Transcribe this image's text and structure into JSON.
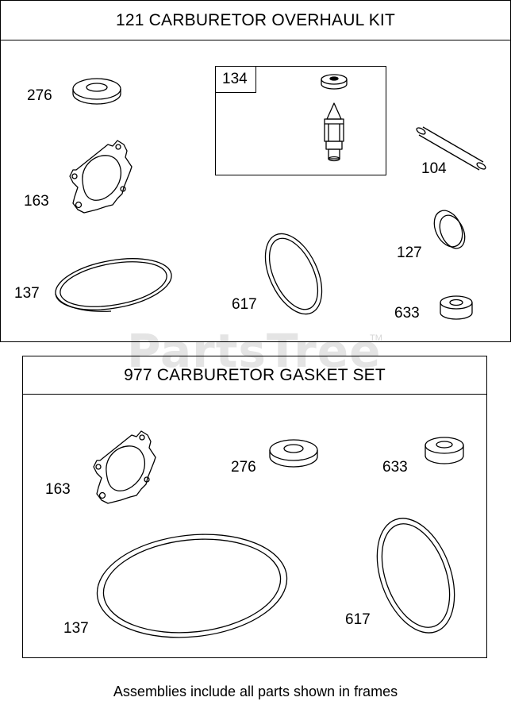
{
  "watermark": {
    "text": "PartsTree",
    "tm": "TM"
  },
  "overhaul_kit": {
    "title": "121 CARBURETOR OVERHAUL KIT",
    "labels": {
      "p276": "276",
      "p163": "163",
      "p137": "137",
      "p134": "134",
      "p617": "617",
      "p104": "104",
      "p127": "127",
      "p633": "633"
    }
  },
  "gasket_set": {
    "title": "977 CARBURETOR GASKET SET",
    "labels": {
      "p163": "163",
      "p276": "276",
      "p633": "633",
      "p137": "137",
      "p617": "617"
    }
  },
  "caption": "Assemblies include all parts shown in frames"
}
